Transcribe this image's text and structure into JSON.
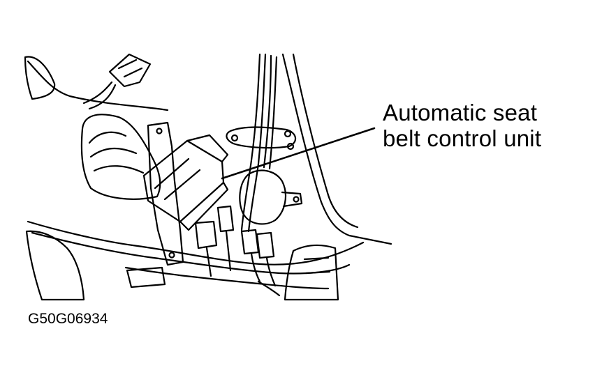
{
  "callout": {
    "line1": "Automatic seat",
    "line2": "belt control unit"
  },
  "figure_code": "G50G06934",
  "colors": {
    "ink": "#000000",
    "background": "#ffffff"
  }
}
